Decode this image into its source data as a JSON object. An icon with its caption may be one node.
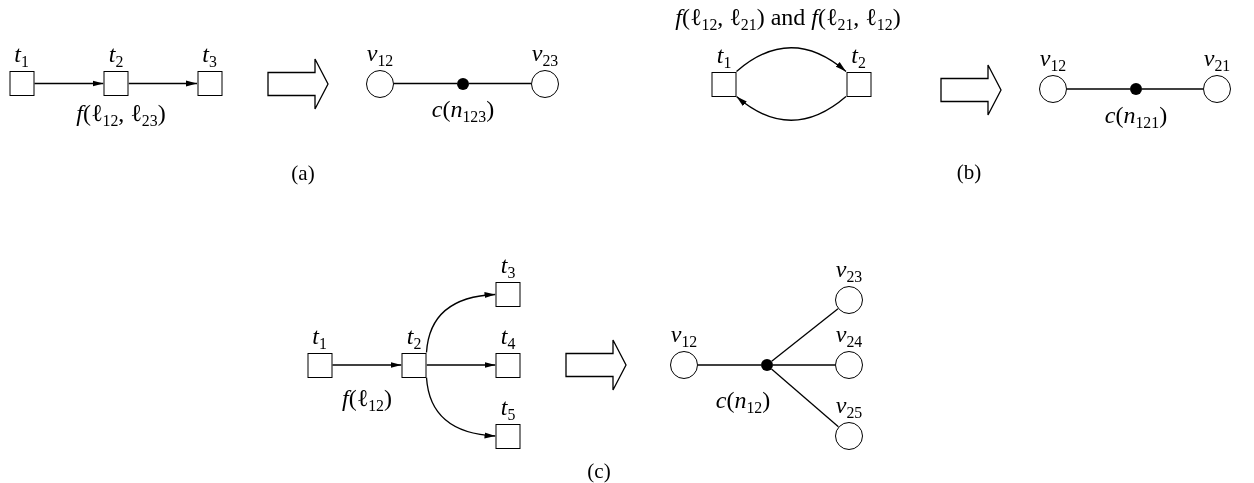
{
  "diagram": {
    "nodes": [
      {
        "text": [
          "*t*$_{1}$"
        ]
      },
      {
        "text": [
          "*t*$_{2}$"
        ]
      },
      {
        "text": [
          "*t*$_{3}$"
        ]
      },
      {
        "text": [
          "*v*$_{12}$"
        ]
      },
      {
        "text": [],
        "shape": "dot",
        "beside": [
          "*c*(*n*$_{123}$)"
        ]
      },
      {
        "text": [
          "*v*$_{23}$"
        ]
      },
      {
        "text": [
          "*t*$_{1}$"
        ]
      },
      {
        "text": [
          "*t*$_{2}$"
        ]
      },
      {
        "text": [
          "*v*$_{12}$"
        ]
      },
      {
        "text": [],
        "shape": "dot",
        "beside": [
          "*c*(*n*$_{121}$)"
        ]
      },
      {
        "text": [
          "*v*$_{21}$"
        ]
      },
      {
        "text": [
          "*t*$_{1}$"
        ]
      },
      {
        "text": [
          "*t*$_{2}$"
        ]
      },
      {
        "text": [
          "*t*$_{3}$"
        ]
      },
      {
        "text": [
          "*t*$_{4}$"
        ]
      },
      {
        "text": [
          "*t*$_{5}$"
        ]
      },
      {
        "text": [
          "*v*$_{12}$"
        ]
      },
      {
        "text": [],
        "shape": "dot",
        "beside": [
          "*c*(*n*$_{12}$)"
        ]
      },
      {
        "text": [
          "*v*$_{23}$"
        ]
      },
      {
        "text": [
          "*v*$_{24}$"
        ]
      },
      {
        "text": [
          "*v*$_{25}$"
        ]
      }
    ],
    "edges": [
      {
        "from": 0,
        "to": 1,
        "arrow": "to"
      },
      {
        "from": 1,
        "to": 2,
        "arrow": "to"
      },
      {
        "from": 3,
        "to": 4,
        "arrow": "none"
      },
      {
        "from": 4,
        "to": 5,
        "arrow": "none"
      },
      {
        "from": 6,
        "to": 7,
        "arrow": "to"
      },
      {
        "from": 7,
        "to": 6,
        "arrow": "to"
      },
      {
        "from": 8,
        "to": 9,
        "arrow": "none"
      },
      {
        "from": 9,
        "to": 10,
        "arrow": "none"
      },
      {
        "from": 11,
        "to": 12,
        "arrow": "to"
      },
      {
        "from": 12,
        "to": 13,
        "arrow": "to"
      },
      {
        "from": 12,
        "to": 14,
        "arrow": "to"
      },
      {
        "from": 12,
        "to": 15,
        "arrow": "to"
      },
      {
        "from": 16,
        "to": 17,
        "arrow": "none"
      },
      {
        "from": 17,
        "to": 18,
        "arrow": "none"
      },
      {
        "from": 17,
        "to": 19,
        "arrow": "none"
      },
      {
        "from": 17,
        "to": 20,
        "arrow": "none"
      }
    ],
    "labels": [
      "*f*(ℓ$_{12}$, ℓ$_{23}$)",
      "(a)",
      "*f*(ℓ$_{12}$, ℓ$_{21}$) and *f*(ℓ$_{21}$, ℓ$_{12}$)",
      "(b)",
      "*f*(ℓ$_{12}$)",
      "(c)"
    ]
  }
}
